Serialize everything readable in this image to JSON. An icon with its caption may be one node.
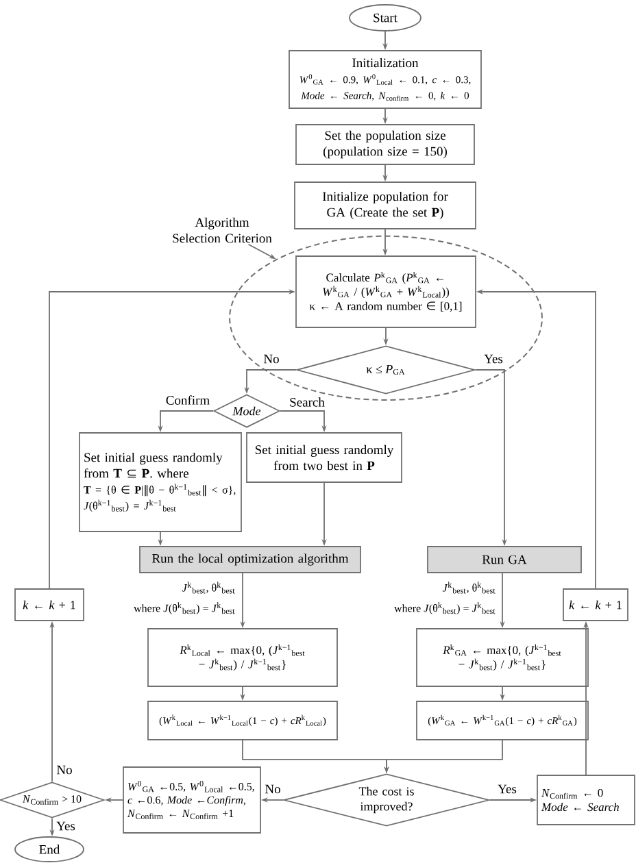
{
  "diagram": {
    "nodes": [
      {
        "text": [
          "Start"
        ]
      },
      {
        "text": [
          "Initialization",
          "*W*$^{0}$$_{GA}$ ← 0.9, *W*$^{0}$$_{Local}$ ← 0.1, *c* ← 0.3,",
          "*Mode* ← *Search*, *N*$_{confirm}$ ← 0, *k* ← 0"
        ]
      },
      {
        "text": [
          "Set the population size (population size = 150)"
        ]
      },
      {
        "text": [
          "Initialize population for GA (Create the set **P**)"
        ]
      },
      {
        "text": [
          "Algorithm Selection Criterion"
        ]
      },
      {
        "text": [],
        "shape": "ellipse"
      },
      {
        "text": [
          "Calculate *P*$^{k}$$_{GA}$ (*P*$^{k}$$_{GA}$ ← *W*$^{k}$$_{GA}$ / (*W*$^{k}$$_{GA}$ + *W*$^{k}$$_{Local}$))",
          "κ ← A random number ∈ [0,1]"
        ],
        "in": 5
      },
      {
        "text": [
          "κ ≤ *P*$_{GA}$"
        ],
        "in": 5
      },
      {
        "text": [
          "Mode"
        ]
      },
      {
        "text": [
          "Set initial guess randomly from **T** ⊆ **P**. where",
          "**T** = {θ ∈ **P**|‖θ − θ$^{k−1}$$_{best}$‖ < σ},",
          "*J*(θ$^{k−1}$$_{best}$) = *J*$^{k−1}$$_{best}$"
        ]
      },
      {
        "text": [
          "Set initial guess randomly from two best in **P**"
        ]
      },
      {
        "text": [
          "Run the local optimization algorithm"
        ]
      },
      {
        "text": [
          "Run GA"
        ]
      },
      {
        "text": [
          "*k* ← *k* + 1"
        ]
      },
      {
        "text": [
          "*k* ← *k* + 1"
        ]
      },
      {
        "text": [
          "*R*$^{k}$$_{Local}$ ← max{0, (*J*$^{k−1}$$_{best}$ − *J*$^{k}$$_{best}$) / *J*$^{k−1}$$_{best}$}"
        ]
      },
      {
        "text": [
          "*R*$^{k}$$_{GA}$ ← max{0, (*J*$^{k−1}$$_{best}$ − *J*$^{k}$$_{best}$) / *J*$^{k−1}$$_{best}$}"
        ]
      },
      {
        "text": [
          "(*W*$^{k}$$_{Local}$ ← *W*$^{k−1}$$_{Local}$(1 − *c*) + *cR*$^{k}$$_{Local}$)"
        ]
      },
      {
        "text": [
          "(*W*$^{k}$$_{GA}$ ← *W*$^{k−1}$$_{GA}$(1 − *c*) + *cR*$^{k}$$_{GA}$)"
        ]
      },
      {
        "text": [
          "*N*$_{Confirm}$ > 10"
        ]
      },
      {
        "text": [
          "*W*$^{0}$$_{GA}$ ←0.5, *W*$^{0}$$_{Local}$ ←0.5,",
          "*c* ←0.6, *Mode* ←*Confirm*,",
          "*N*$_{Confirm}$ ← *N*$_{Confirm}$ +1"
        ]
      },
      {
        "text": [
          "The cost is improved?"
        ]
      },
      {
        "text": [
          "*N*$_{Confirm}$ ← 0",
          "*Mode* ← *Search*"
        ]
      },
      {
        "text": [
          "End"
        ]
      }
    ],
    "edges": [
      {
        "from": 0,
        "to": 1,
        "arrow": "to"
      },
      {
        "from": 1,
        "to": 2,
        "arrow": "to"
      },
      {
        "from": 2,
        "to": 3,
        "arrow": "to"
      },
      {
        "from": 3,
        "to": 6,
        "arrow": "to"
      },
      {
        "from": 4,
        "to": 5,
        "arrow": "to"
      },
      {
        "from": 6,
        "to": 7,
        "arrow": "to"
      },
      {
        "from": 7,
        "to": 8,
        "arrow": "to",
        "label": "No"
      },
      {
        "from": 7,
        "to": 12,
        "arrow": "to",
        "label": "Yes"
      },
      {
        "from": 8,
        "to": 9,
        "arrow": "to",
        "label": "Confirm"
      },
      {
        "from": 8,
        "to": 10,
        "arrow": "to",
        "label": "Search"
      },
      {
        "from": 9,
        "to": 11,
        "arrow": "to"
      },
      {
        "from": 10,
        "to": 11,
        "arrow": "to"
      },
      {
        "from": 11,
        "to": 15,
        "arrow": "to"
      },
      {
        "from": 12,
        "to": 16,
        "arrow": "to"
      },
      {
        "from": 15,
        "to": 17,
        "arrow": "to"
      },
      {
        "from": 16,
        "to": 18,
        "arrow": "to"
      },
      {
        "from": 17,
        "to": 21,
        "arrow": "to"
      },
      {
        "from": 18,
        "to": 21,
        "arrow": "to"
      },
      {
        "from": 21,
        "to": 20,
        "arrow": "to",
        "label": "No"
      },
      {
        "from": 21,
        "to": 22,
        "arrow": "to",
        "label": "Yes"
      },
      {
        "from": 20,
        "to": 19,
        "arrow": "to"
      },
      {
        "from": 19,
        "to": 13,
        "arrow": "to",
        "label": "No"
      },
      {
        "from": 19,
        "to": 23,
        "arrow": "to",
        "label": "Yes"
      },
      {
        "from": 13,
        "to": 6,
        "arrow": "to"
      },
      {
        "from": 22,
        "to": 14,
        "arrow": "to"
      },
      {
        "from": 14,
        "to": 6,
        "arrow": "to"
      }
    ],
    "labels": [
      "*J*$^{k}$$_{best}$, θ$^{k}$$_{best}$",
      "*J*$^{k}$$_{best}$, θ$^{k}$$_{best}$",
      "where *J*(θ$^{k}$$_{best}$) = *J*$^{k}$$_{best}$",
      "where *J*(θ$^{k}$$_{best}$) = *J*$^{k}$$_{best}$"
    ]
  }
}
